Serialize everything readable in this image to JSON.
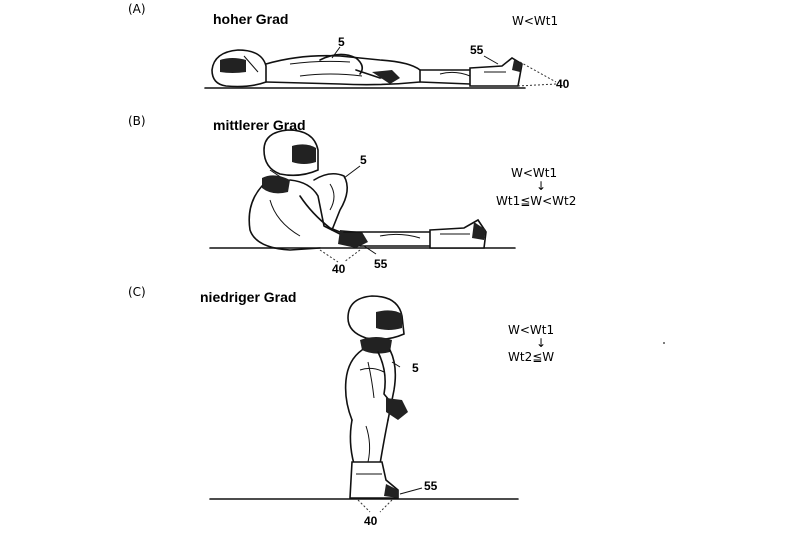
{
  "panels": [
    {
      "label": "(A)",
      "title": "hoher Grad",
      "formula_lines": [
        "W<Wt1"
      ],
      "refs": {
        "body": "5",
        "sensor": "55",
        "contact": "40"
      }
    },
    {
      "label": "(B)",
      "title": "mittlerer Grad",
      "formula_lines": [
        "W<Wt1",
        "↓",
        "Wt1≦W<Wt2"
      ],
      "refs": {
        "body": "5",
        "sensor": "55",
        "contact": "40"
      }
    },
    {
      "label": "(C)",
      "title": "niedriger Grad",
      "formula_lines": [
        "W<Wt1",
        "↓",
        "Wt2≦W"
      ],
      "refs": {
        "body": "5",
        "sensor": "55",
        "contact": "40"
      }
    }
  ],
  "colors": {
    "ink": "#111111",
    "background": "#ffffff"
  }
}
